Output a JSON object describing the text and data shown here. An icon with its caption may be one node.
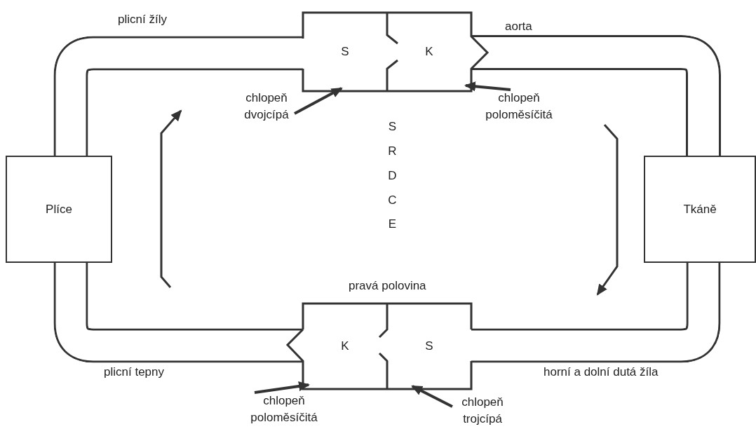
{
  "diagram": {
    "nodes": [
      {
        "text": [
          "Plíce"
        ]
      },
      {
        "text": [
          "Tkáně"
        ]
      },
      {
        "text": [
          "S"
        ]
      },
      {
        "text": [
          "K"
        ]
      },
      {
        "text": [
          "K"
        ]
      },
      {
        "text": [
          "S"
        ]
      },
      {
        "text": [
          "chlopeň dvojcípá"
        ]
      },
      {
        "text": [
          "chlopeň poloměsíčitá"
        ]
      },
      {
        "text": [
          "chlopeň poloměsíčitá"
        ]
      },
      {
        "text": [
          "chlopeň trojcípá"
        ]
      }
    ],
    "edges": [
      {
        "from": 0,
        "to": 2,
        "arrow": "none",
        "style": "thick"
      },
      {
        "from": 3,
        "to": 1,
        "arrow": "none",
        "style": "thick"
      },
      {
        "from": 1,
        "to": 5,
        "arrow": "none",
        "style": "thick"
      },
      {
        "from": 4,
        "to": 0,
        "arrow": "none",
        "style": "thick"
      },
      {
        "from": 6,
        "to": 2,
        "arrow": "to"
      },
      {
        "from": 7,
        "to": 3,
        "arrow": "to"
      },
      {
        "from": 8,
        "to": 4,
        "arrow": "to"
      },
      {
        "from": 9,
        "to": 5,
        "arrow": "to"
      }
    ],
    "labels": [
      "plicní žíly",
      "aorta",
      "SRDCE",
      "pravá polovina",
      "plicní tepny",
      "horní a dolní dutá žíla"
    ]
  }
}
